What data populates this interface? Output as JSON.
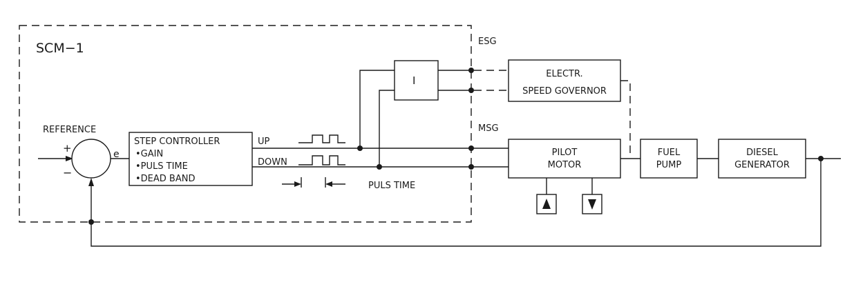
{
  "diagram": {
    "boundary_label": "SCM−1",
    "esg_label": "ESG",
    "msg_label": "MSG",
    "reference_label": "REFERENCE",
    "plus_sign": "+",
    "minus_sign": "−",
    "error_label": "e",
    "step_controller": {
      "title": "STEP CONTROLLER",
      "items": [
        "•GAIN",
        "•PULS TIME",
        "•DEAD BAND"
      ]
    },
    "up_label": "UP",
    "down_label": "DOWN",
    "puls_time_label": "PULS TIME",
    "integrator_label": "I",
    "governor": [
      "ELECTR.",
      "SPEED GOVERNOR"
    ],
    "pilot_motor": [
      "PILOT",
      "MOTOR"
    ],
    "fuel_pump": [
      "FUEL",
      "PUMP"
    ],
    "diesel_generator": [
      "DIESEL",
      "GENERATOR"
    ],
    "up_button_icon": "triangle-up",
    "down_button_icon": "triangle-down"
  }
}
